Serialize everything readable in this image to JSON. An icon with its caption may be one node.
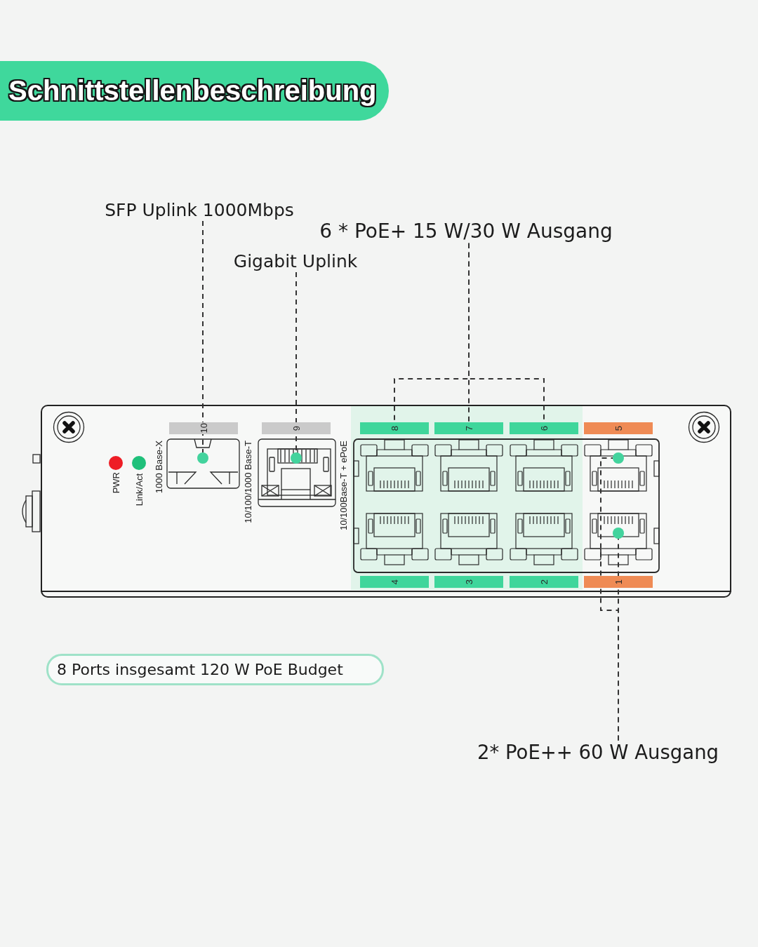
{
  "diagram": {
    "title": "Schnittstellenbeschreibung",
    "nodes": [
      {
        "text": [
          "SFP Uplink 1000Mbps"
        ]
      },
      {
        "text": [
          "6 * PoE+ 15 W/30 W Ausgang"
        ]
      },
      {
        "text": [
          "Gigabit Uplink"
        ]
      },
      {
        "text": [
          "PWR",
          "Link/Act",
          "1000 Base-X",
          "10/100/1000 Base-T",
          "10/100Base-T + ePoE"
        ]
      },
      {
        "text": [
          "10"
        ],
        "in": 3
      },
      {
        "text": [
          "9"
        ],
        "in": 3
      },
      {
        "text": [
          "8"
        ],
        "in": 3
      },
      {
        "text": [
          "7"
        ],
        "in": 3
      },
      {
        "text": [
          "6"
        ],
        "in": 3
      },
      {
        "text": [
          "5"
        ],
        "in": 3
      },
      {
        "text": [],
        "shape": "circle",
        "in": 3
      },
      {
        "text": [],
        "shape": "circle",
        "in": 3
      },
      {
        "text": [],
        "shape": "circle",
        "in": 3
      },
      {
        "text": [],
        "shape": "circle",
        "in": 3
      },
      {
        "text": [
          "4"
        ],
        "in": 3
      },
      {
        "text": [
          "3"
        ],
        "in": 3
      },
      {
        "text": [
          "2"
        ],
        "in": 3
      },
      {
        "text": [
          "1"
        ],
        "in": 3
      },
      {
        "text": [
          "8 Ports insgesamt 120 W PoE Budget"
        ]
      },
      {
        "text": [
          "2* PoE++ 60 W Ausgang"
        ]
      }
    ],
    "edges": [
      {
        "from": 0,
        "to": 10,
        "arrow": "none",
        "style": "dashed"
      },
      {
        "from": 2,
        "to": 11,
        "arrow": "none",
        "style": "dashed"
      },
      {
        "from": 1,
        "to": 6,
        "arrow": "none",
        "style": "dashed"
      },
      {
        "from": 1,
        "to": 7,
        "arrow": "none",
        "style": "dashed"
      },
      {
        "from": 1,
        "to": 8,
        "arrow": "none",
        "style": "dashed"
      },
      {
        "from": 19,
        "to": 12,
        "arrow": "none",
        "style": "dashed"
      },
      {
        "from": 19,
        "to": 13,
        "arrow": "none",
        "style": "dashed"
      }
    ]
  }
}
